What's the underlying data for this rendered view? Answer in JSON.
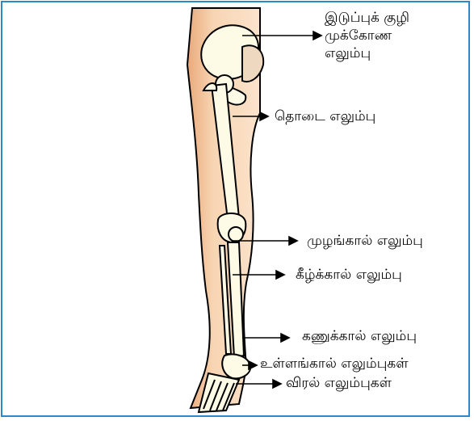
{
  "labels": {
    "hip_line1": "இடுப்புக் குழி",
    "hip_line2": "முக்கோண",
    "hip_line3": "எலும்பு",
    "femur": "தொடை எலும்பு",
    "patella": "முழங்கால் எலும்பு",
    "tibia": "கீழ்க்கால் எலும்பு",
    "fibula": "கணுக்கால் எலும்பு",
    "tarsals": "உள்ளங்கால் எலும்புகள்",
    "phalanges": "விரல் எலும்புகள்"
  },
  "colors": {
    "border": "#2f86c8",
    "skin": "#f7d5b3",
    "skin_shade": "#eaa87a",
    "bone": "#fdfbe6",
    "outline": "#000000"
  }
}
